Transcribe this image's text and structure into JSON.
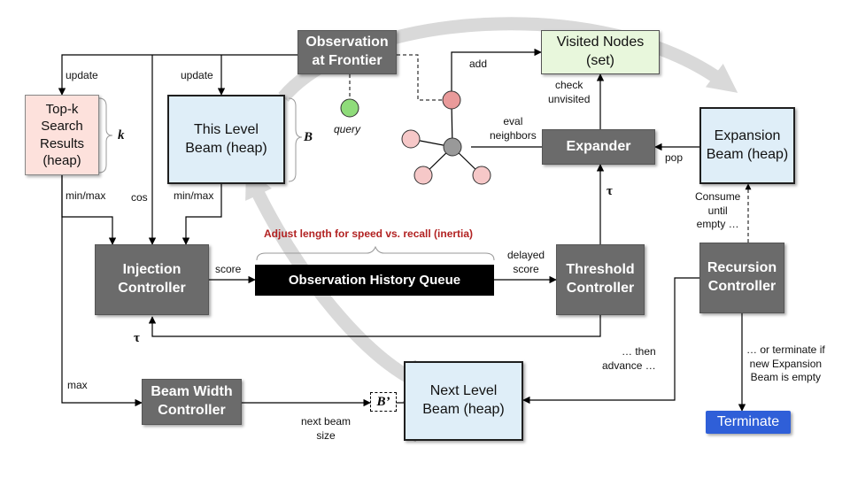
{
  "nodes": {
    "observation": "Observation\nat Frontier",
    "visited": "Visited Nodes\n(set)",
    "topk": "Top-k\nSearch\nResults\n(heap)",
    "this_level": "This Level\nBeam (heap)",
    "expansion": "Expansion\nBeam (heap)",
    "expander": "Expander",
    "injection": "Injection\nController",
    "history_queue": "Observation History Queue",
    "threshold": "Threshold\nController",
    "recursion": "Recursion\nController",
    "beam_width": "Beam Width\nController",
    "next_level": "Next Level\nBeam (heap)",
    "terminate": "Terminate"
  },
  "labels": {
    "update_1": "update",
    "update_2": "update",
    "add": "add",
    "query": "query",
    "check_unvisited": "check\nunvisited",
    "eval_neighbors": "eval\nneighbors",
    "pop": "pop",
    "k": "k",
    "B": "B",
    "B_prime": "B’",
    "min_max_1": "min/max",
    "min_max_2": "min/max",
    "cos": "cos",
    "adjust": "Adjust length for speed vs. recall (inertia)",
    "score": "score",
    "delayed_score": "delayed\nscore",
    "tau_1": "τ",
    "tau_2": "τ",
    "consume": "Consume\nuntil\nempty …",
    "then_advance": "… then\nadvance …",
    "or_terminate": "… or terminate if\nnew Expansion\nBeam is empty",
    "max": "max",
    "next_beam_size": "next beam\nsize"
  },
  "colors": {
    "controller": "#6b6b6b",
    "beam": "#dfeef8",
    "topk": "#fde1dc",
    "visited": "#e8f7dc",
    "queue": "#000000",
    "terminate": "#2f5fd8",
    "annotation": "#b22222",
    "query_node": "#8fdc7a",
    "graph_node": "#f6c8c8",
    "frontier_node": "#e99a9a",
    "center_node": "#999999",
    "flow_arrow": "#d9d9d9"
  }
}
